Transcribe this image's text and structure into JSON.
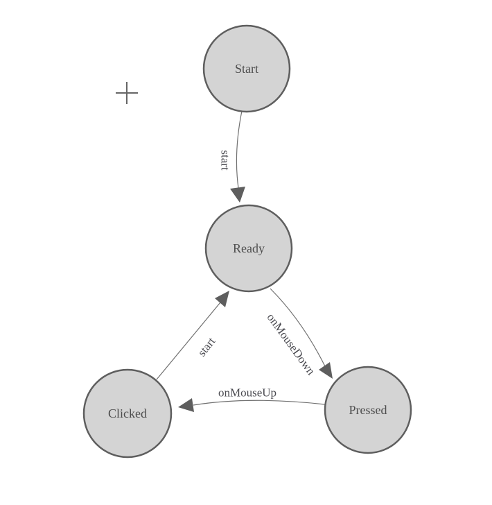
{
  "diagram": {
    "nodes": [
      {
        "id": "Start",
        "label": "Start"
      },
      {
        "id": "Ready",
        "label": "Ready"
      },
      {
        "id": "Clicked",
        "label": "Clicked"
      },
      {
        "id": "Pressed",
        "label": "Pressed"
      }
    ],
    "edges": [
      {
        "from": "Start",
        "to": "Ready",
        "label": "start"
      },
      {
        "from": "Ready",
        "to": "Pressed",
        "label": "onMouseDown"
      },
      {
        "from": "Pressed",
        "to": "Clicked",
        "label": "onMouseUp"
      },
      {
        "from": "Clicked",
        "to": "Ready",
        "label": "start"
      }
    ],
    "colors": {
      "background": "#ffffff",
      "node_fill": "#d4d4d4",
      "node_border": "#5e5e5e",
      "edge": "#707070",
      "arrow": "#5e5e5e",
      "node_text": "#4d4d4d",
      "edge_text": "#4a4a50",
      "crosshair": "#666666"
    }
  }
}
